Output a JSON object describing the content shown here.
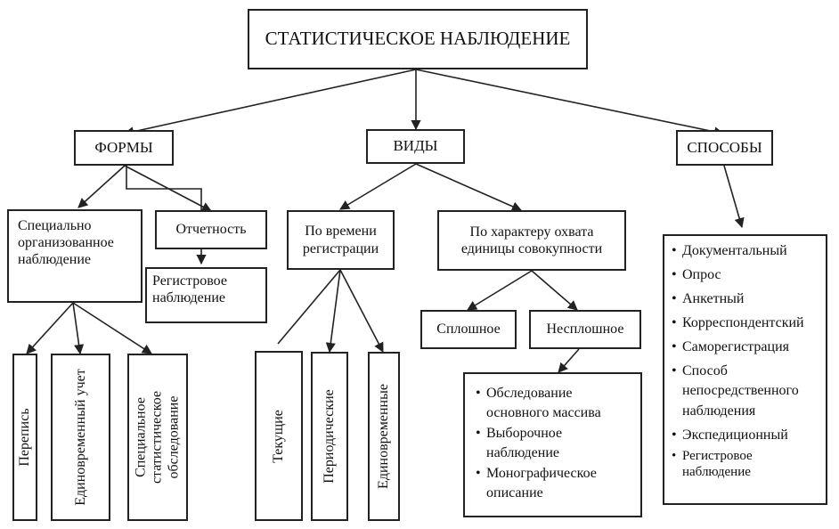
{
  "title": "СТАТИСТИЧЕСКОЕ НАБЛЮДЕНИЕ",
  "categories": {
    "forms": "ФОРМЫ",
    "types": "ВИДЫ",
    "methods": "СПОСОБЫ"
  },
  "forms": {
    "special": "Специально организованное наблюдение",
    "reporting": "Отчетность",
    "register": "Регистровое наблюдение",
    "special_children": [
      "Перепись",
      "Единовременный учет",
      "Специальное статистическое обследование"
    ]
  },
  "types": {
    "by_time": "По времени регистрации",
    "by_coverage": "По характеру охвата единицы совокупности",
    "time_children": [
      "Текущие",
      "Периодические",
      "Единовременные"
    ],
    "coverage_children": [
      "Сплошное",
      "Несплошное"
    ],
    "partial_list": [
      "Обследование основного массива",
      "Выборочное наблюдение",
      "Монографическое описание"
    ]
  },
  "methods": {
    "list": [
      "Документальный",
      "Опрос",
      "Анкетный",
      "Корреспондентский",
      "Саморегистрация",
      "Способ непосредственного наблюдения",
      "Экспедиционный",
      "Регистровое наблюдение"
    ]
  }
}
